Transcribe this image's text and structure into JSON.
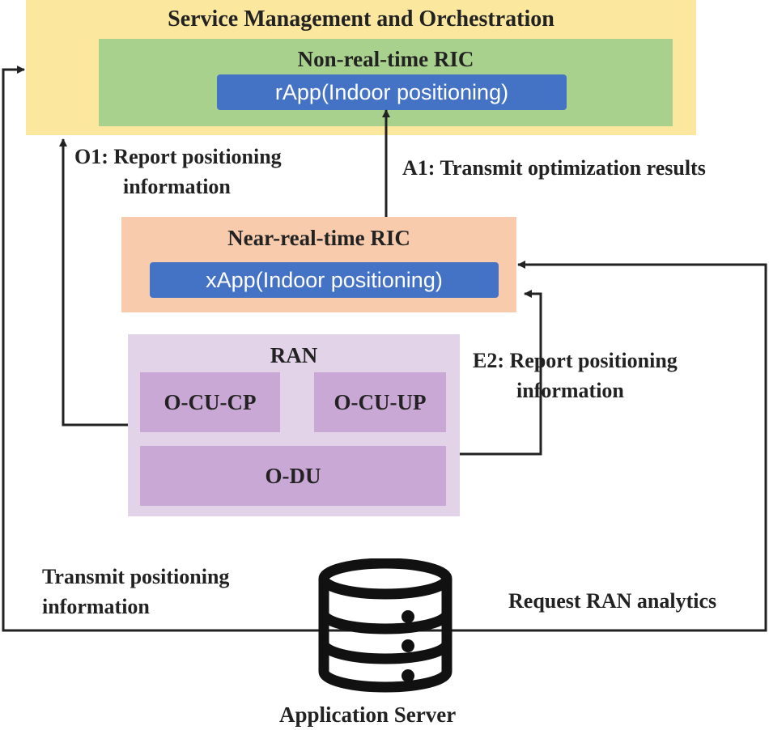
{
  "diagram": {
    "smo_title": "Service Management and Orchestration",
    "non_rt_ric": {
      "title": "Non-real-time RIC",
      "app": "rApp(Indoor positioning)"
    },
    "near_rt_ric": {
      "title": "Near-real-time RIC",
      "app": "xApp(Indoor positioning)"
    },
    "ran": {
      "title": "RAN",
      "cu_cp": "O-CU-CP",
      "cu_up": "O-CU-UP",
      "du": "O-DU"
    },
    "links": {
      "o1": [
        "O1: Report positioning",
        "information"
      ],
      "a1": "A1: Transmit optimization results",
      "e2": [
        "E2: Report positioning",
        "information"
      ],
      "transmit": [
        "Transmit positioning",
        "information"
      ],
      "request": "Request RAN analytics"
    },
    "app_server": {
      "label": "Application Server",
      "icon": "database-icon"
    },
    "colors": {
      "smo": "#fbe79e",
      "non_rt_ric": "#a9d18e",
      "near_rt_ric": "#f8cbad",
      "ran": "#e2d3e8",
      "ran_component": "#c9a8d5",
      "app_box": "#4472c4",
      "line": "#222222"
    }
  }
}
